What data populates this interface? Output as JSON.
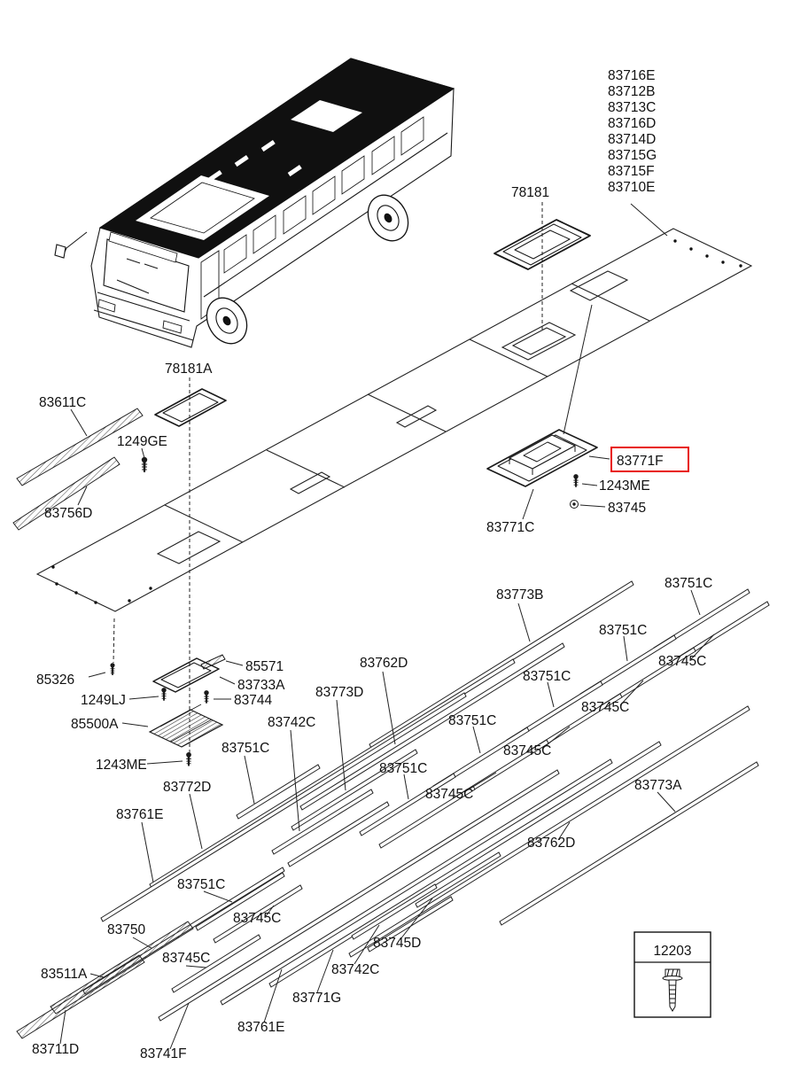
{
  "diagram": {
    "kind": "exploded-parts-diagram",
    "subject": "bus roof panel, hatches and roof rails"
  },
  "selected_part": {
    "number": "83771F",
    "highlight_color": "#e8120c"
  },
  "part_number_stack": [
    "83716E",
    "83712B",
    "83713C",
    "83716D",
    "83714D",
    "83715G",
    "83715F",
    "83710E"
  ],
  "parts": {
    "78181": "78181",
    "78181A": "78181A",
    "83611C": "83611C",
    "1249GE": "1249GE",
    "83756D": "83756D",
    "83771C": "83771C",
    "1243ME": "1243ME",
    "83745": "83745",
    "85326": "85326",
    "85571": "85571",
    "83733A": "83733A",
    "1249LJ": "1249LJ",
    "83744": "83744",
    "85500A": "85500A",
    "83772D": "83772D",
    "83761E": "83761E",
    "83773B": "83773B",
    "83751C": "83751C",
    "83745C": "83745C",
    "83762D": "83762D",
    "83773D": "83773D",
    "83742C": "83742C",
    "83773A": "83773A",
    "83750": "83750",
    "83511A": "83511A",
    "83711D": "83711D",
    "83741F": "83741F",
    "83745D": "83745D",
    "83771G": "83771G",
    "12203": "12203"
  }
}
